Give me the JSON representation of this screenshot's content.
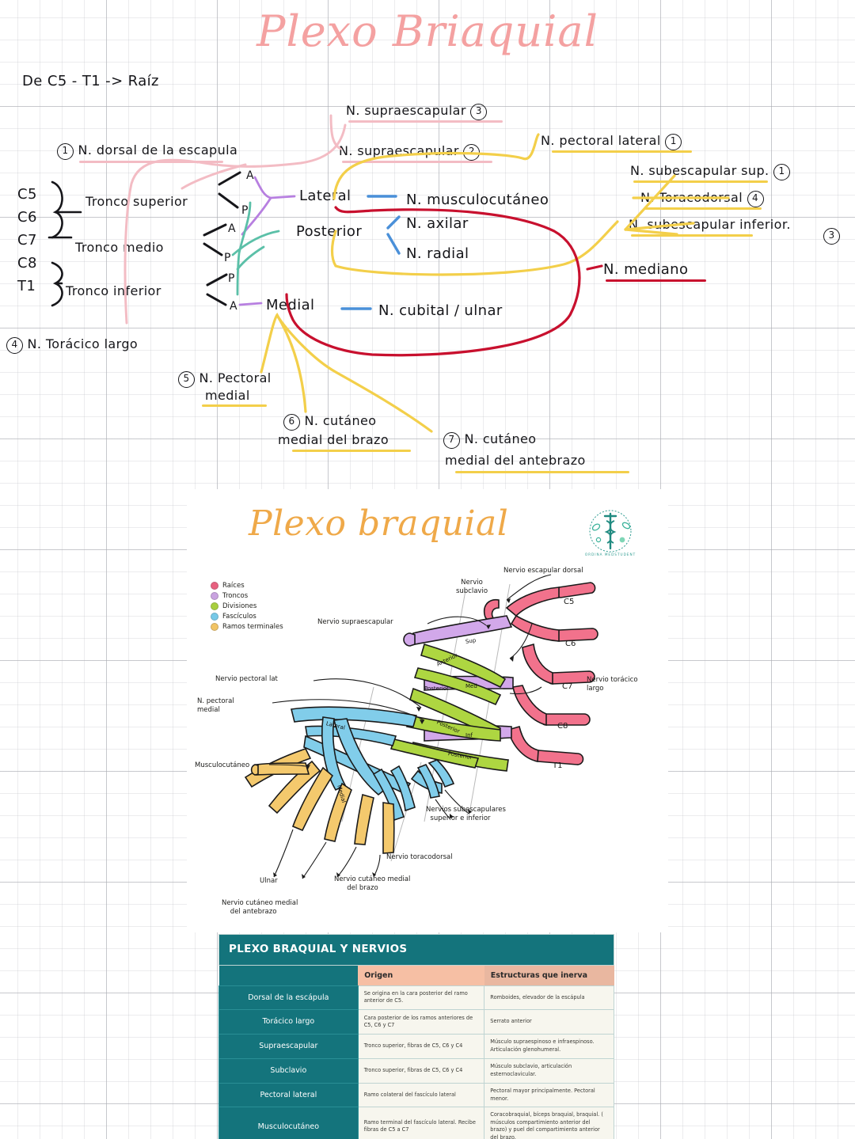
{
  "notes": {
    "title": "Plexo Briaquial",
    "roots_line": "De C5 - T1  -> Raíz",
    "roots": [
      "C5",
      "C6",
      "C7",
      "C8",
      "T1"
    ],
    "trunks": [
      {
        "num": "",
        "label": "Tronco superior"
      },
      {
        "num": "",
        "label": "Tronco medio"
      },
      {
        "num": "",
        "label": "Tronco inferior"
      }
    ],
    "divisions": [
      "A",
      "P",
      "A",
      "P",
      "P",
      "A"
    ],
    "cords": [
      "Lateral",
      "Posterior",
      "Medial"
    ],
    "branches_right": [
      {
        "num": "3",
        "label": "N. supraescapular"
      },
      {
        "num": "2",
        "label": "N. supraescapular"
      },
      {
        "num": "1",
        "label": "N. pectoral lateral"
      },
      {
        "num": "1",
        "label": "N. subescapular sup."
      },
      {
        "num": "4",
        "label": "N. Toracodorsal"
      },
      {
        "num": "3",
        "label": "N. subescapular inferior."
      }
    ],
    "terminal_branches": [
      "N. musculocutáneo",
      "N. axilar",
      "N. radial",
      "N. cubital / ulnar",
      "N. mediano"
    ],
    "numbered_left": [
      {
        "num": "1",
        "label": "N. dorsal de la escapula"
      },
      {
        "num": "4",
        "label": "N. Torácico largo"
      },
      {
        "num": "5",
        "label": "N. Pectoral medial"
      },
      {
        "num": "6",
        "label": "N. cutáneo medial del brazo"
      },
      {
        "num": "7",
        "label": "N. cutáneo medial del antebrazo"
      }
    ]
  },
  "diagram": {
    "title": "Plexo braquial",
    "logo_alt": "ordina-medstudent-logo",
    "legend": [
      {
        "label": "Raíces",
        "color": "#e8607f"
      },
      {
        "label": "Troncos",
        "color": "#c9a3e0"
      },
      {
        "label": "Divisiones",
        "color": "#a8cf3d"
      },
      {
        "label": "Fascículos",
        "color": "#76c9e8"
      },
      {
        "label": "Ramos terminales",
        "color": "#f2c464"
      }
    ],
    "root_labels": [
      "C5",
      "C6",
      "C7",
      "C8",
      "T1"
    ],
    "callouts": [
      "Nervio escapular dorsal",
      "Nervio subclavio",
      "Nervio supraescapular",
      "Nervio torácico largo",
      "Nervio pectoral lat",
      "N. pectoral medial",
      "Musculocutáneo",
      "Nervios subescapulares superior e inferior",
      "Nervio toracodorsal",
      "Nervio cutáneo medial del brazo",
      "Nervio cutáneo medial del antebrazo",
      "Ulnar"
    ],
    "bands": [
      "Sup",
      "Med",
      "Inf",
      "Anterior",
      "Posterior",
      "Lateral",
      "Medial",
      "Posterior"
    ]
  },
  "table": {
    "title": "PLEXO BRAQUIAL Y NERVIOS",
    "headers": [
      "",
      "Origen",
      "Estructuras que inerva"
    ],
    "rows": [
      {
        "name": "Dorsal de la escápula",
        "origen": "Se origina en la cara posterior del ramo anterior de C5.",
        "inerva": "Romboides, elevador de la escápula"
      },
      {
        "name": "Torácico largo",
        "origen": "Cara posterior de los ramos anteriores de C5, C6 y C7",
        "inerva": "Serrato anterior"
      },
      {
        "name": "Supraescapular",
        "origen": "Tronco superior, fibras de C5, C6 y C4",
        "inerva": "Músculo supraespinoso e infraespinoso. Articulación glenohumeral."
      },
      {
        "name": "Subclavio",
        "origen": "Tronco superior, fibras de C5, C6 y C4",
        "inerva": "Músculo subclavio, articulación esternoclavicular."
      },
      {
        "name": "Pectoral lateral",
        "origen": "Ramo colateral del fascículo lateral",
        "inerva": "Pectoral mayor principalmente. Pectoral menor."
      },
      {
        "name": "Musculocutáneo",
        "origen": "Ramo terminal del fascículo lateral. Recibe fibras de C5 a C7",
        "inerva": "Coracobraquial, bíceps braquial, braquial. ( músculos compartimiento anterior del brazo) y puel del compartimiento anterior del brazo."
      }
    ]
  },
  "colors": {
    "pink": "#f3bcc4",
    "yellow": "#f3cf4a",
    "red": "#c8102e",
    "blue": "#4a90d9",
    "purple": "#b77fe0",
    "teal": "#5bc0a8",
    "teal_dark": "#14747c",
    "peach": "#f6bfa4",
    "orange": "#efa949"
  }
}
